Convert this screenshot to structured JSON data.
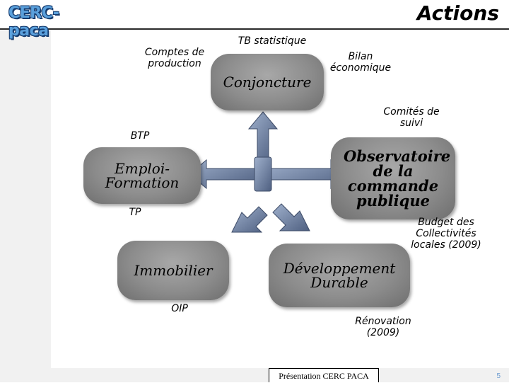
{
  "header": {
    "logo_text": "CERC-paca",
    "title": "Actions"
  },
  "diagram": {
    "center_arrows": "four-way-arrows",
    "nodes": {
      "conjoncture": "Conjoncture",
      "emploi_formation": "Emploi-Formation",
      "observatoire": "Observatoire de la commande publique",
      "immobilier": "Immobilier",
      "developpement": "Développement Durable"
    },
    "labels": {
      "comptes_line1": "Comptes de",
      "comptes_line2": "production",
      "tb": "TB statistique",
      "bilan_line1": "Bilan",
      "bilan_line2": "économique",
      "comites_line1": "Comités de",
      "comites_line2": "suivi",
      "btp": "BTP",
      "tp": "TP",
      "budget_line1": "Budget des",
      "budget_line2": "Collectivités",
      "budget_line3": "locales (2009)",
      "oip": "OIP",
      "renovation_line1": "Rénovation",
      "renovation_line2": "(2009)"
    }
  },
  "footer": {
    "text": "Présentation CERC PACA",
    "page": "5"
  },
  "colors": {
    "bubble": "#8c8c8c",
    "arrow": "#7a8aa8",
    "logo_blue": "#5aa0dc"
  }
}
